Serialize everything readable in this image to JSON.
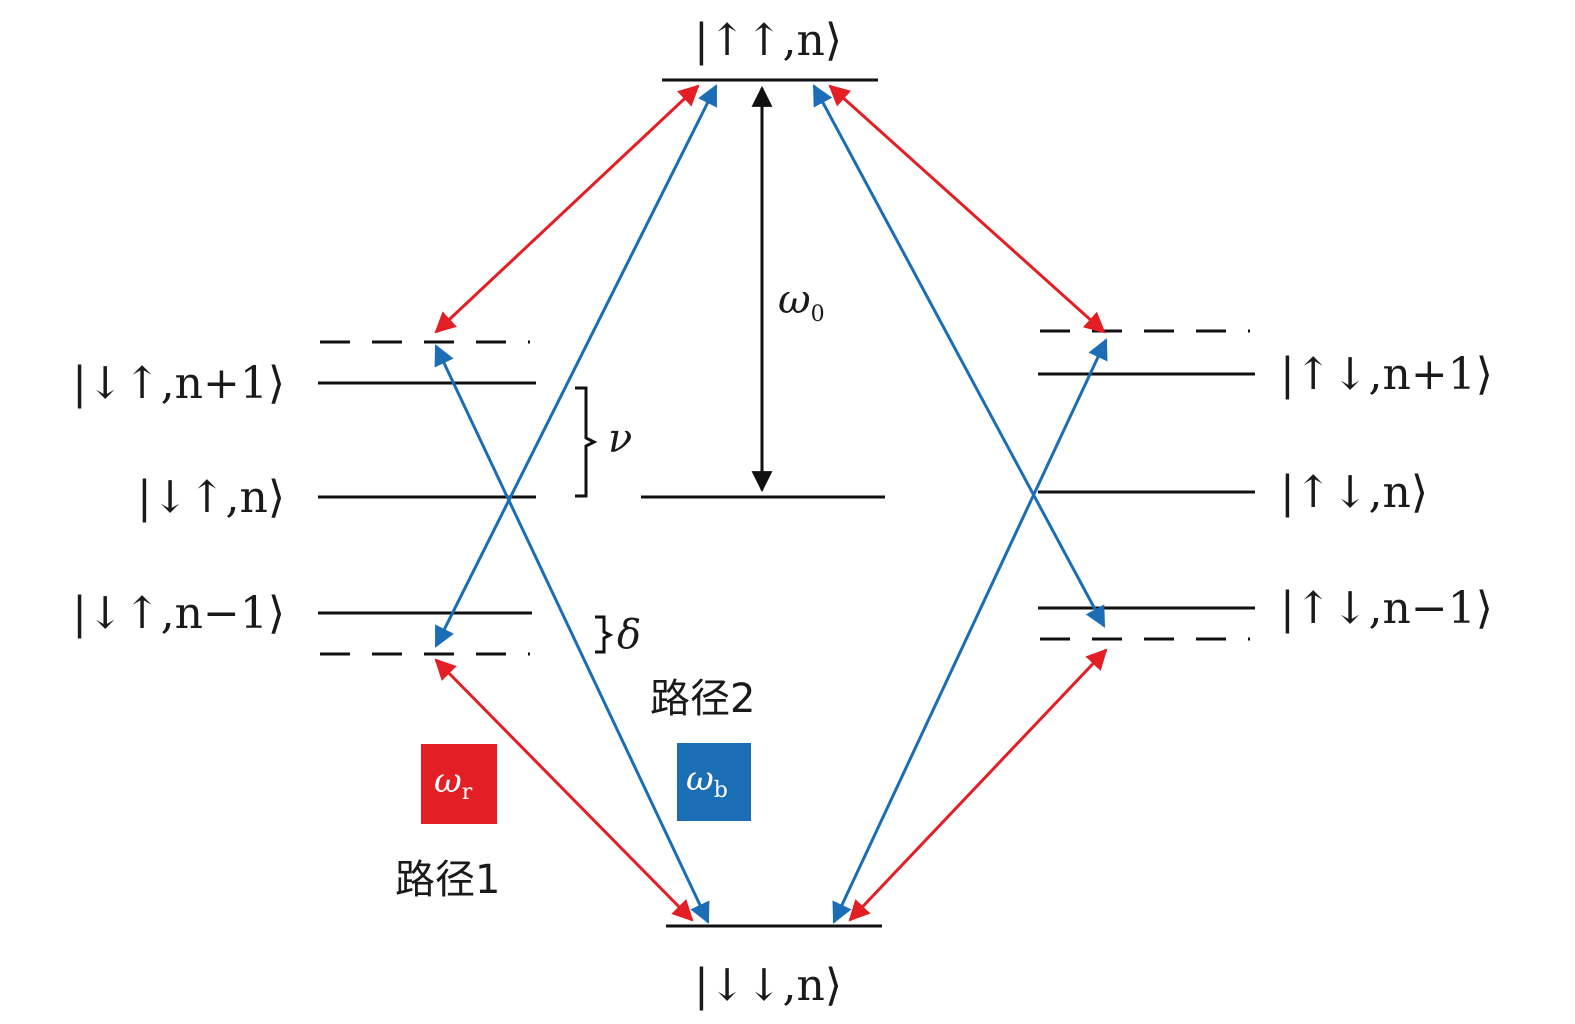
{
  "states": {
    "top": "|↑↑,n⟩",
    "bottom": "|↓↓,n⟩",
    "left_np1": "|↓↑,n+1⟩",
    "left_n": "|↓↑,n⟩",
    "left_nm1": "|↓↑,n−1⟩",
    "right_np1": "|↑↓,n+1⟩",
    "right_n": "|↑↓,n⟩",
    "right_nm1": "|↑↓,n−1⟩"
  },
  "symbols": {
    "omega0": "ω",
    "omega0_sub": "0",
    "nu": "ν",
    "delta": "δ"
  },
  "legend": {
    "red_symbol": "ω",
    "red_sub": "r",
    "blue_symbol": "ω",
    "blue_sub": "b",
    "path1": "路径1",
    "path2": "路径2"
  },
  "colors": {
    "red": "#e31e24",
    "blue": "#1b6db5",
    "line": "#111111"
  }
}
